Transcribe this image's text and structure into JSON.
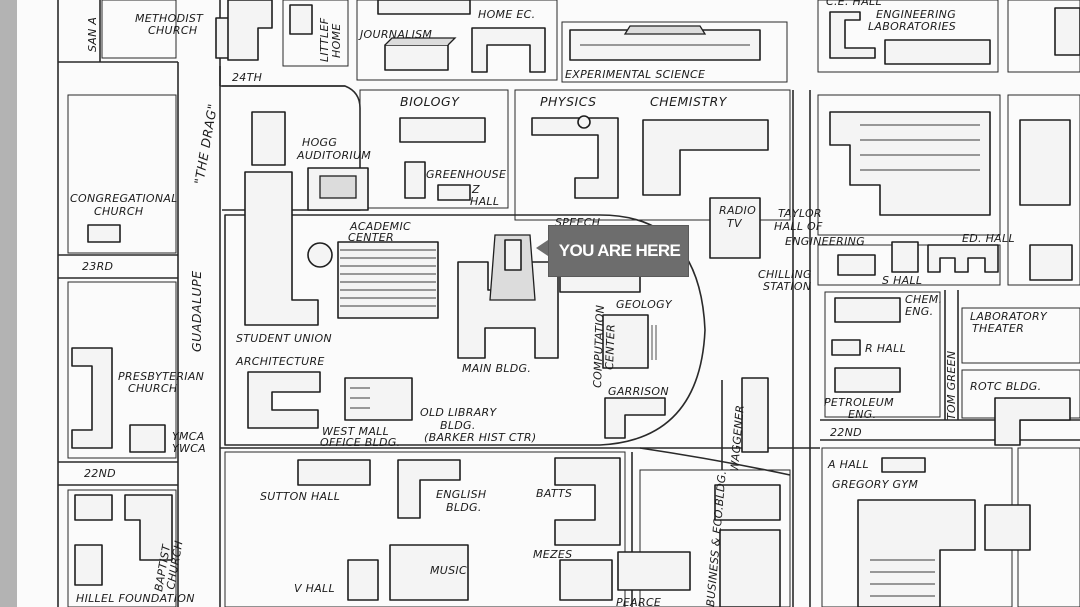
{
  "marker": {
    "text": "YOU ARE HERE",
    "color": "#6d6d6d"
  },
  "colors": {
    "paper": "#fbfbfb",
    "ink": "#1f1f1f",
    "edge": "#b3b3b3"
  },
  "labels": {
    "san_antonio": "SAN A",
    "methodist": "METHODIST",
    "church": "CHURCH",
    "littlefield_1": "LITTLEF",
    "littlefield_2": "HOME",
    "journalism": "JOURNALISM",
    "home_ec": "HOME EC.",
    "ce_hall": "C.E. HALL",
    "eng_labs_1": "ENGINEERING",
    "eng_labs_2": "LABORATORIES",
    "st_24th": "24TH",
    "exp_science": "EXPERIMENTAL SCIENCE",
    "the_drag": "\"THE DRAG\"",
    "biology": "BIOLOGY",
    "physics": "PHYSICS",
    "chemistry": "CHEMISTRY",
    "hogg_1": "HOGG",
    "hogg_2": "AUDITORIUM",
    "greenhouse": "GREENHOUSE",
    "z_hall_1": "Z",
    "z_hall_2": "HALL",
    "congregational_1": "CONGREGATIONAL",
    "congregational_2": "CHURCH",
    "academic_1": "ACADEMIC",
    "academic_2": "CENTER",
    "speech": "SPEECH",
    "radio_1": "RADIO",
    "radio_2": "TV",
    "taylor_1": "TAYLOR",
    "taylor_2": "HALL OF",
    "taylor_3": "ENGINEERING",
    "ed_hall": "ED. HALL",
    "st_23rd": "23RD",
    "guadalupe": "GUADALUPE",
    "chilling_1": "CHILLING",
    "chilling_2": "STATION",
    "s_hall": "S HALL",
    "geology": "GEOLOGY",
    "chem_eng_1": "CHEM.",
    "chem_eng_2": "ENG.",
    "lab_theater_1": "LABORATORY",
    "lab_theater_2": "THEATER",
    "student_union": "STUDENT UNION",
    "computation_1": "COMPUTATION",
    "computation_2": "CENTER",
    "r_hall": "R HALL",
    "architecture": "ARCHITECTURE",
    "main_bldg": "MAIN BLDG.",
    "presbyterian_1": "PRESBYTERIAN",
    "presbyterian_2": "CHURCH",
    "tom_green": "TOM GREEN",
    "rotc": "ROTC BLDG.",
    "garrison": "GARRISON",
    "petroleum_1": "PETROLEUM",
    "petroleum_2": "ENG.",
    "old_library_1": "OLD LIBRARY",
    "old_library_2": "BLDG.",
    "old_library_3": "(BARKER HIST CTR)",
    "west_mall_1": "WEST MALL",
    "west_mall_2": "OFFICE BLDG.",
    "ymca_1": "YMCA",
    "ymca_2": "YWCA",
    "waggener": "WAGGENER",
    "st_22nd_left": "22ND",
    "st_22nd_right": "22ND",
    "a_hall": "A HALL",
    "gregory_gym": "GREGORY GYM",
    "sutton_hall": "SUTTON HALL",
    "english_1": "ENGLISH",
    "english_2": "BLDG.",
    "batts": "BATTS",
    "business_eco": "BUSINESS & ECO.BLDG.",
    "baptist_1": "BAPTIST",
    "baptist_2": "CHURCH",
    "mezes": "MEZES",
    "v_hall": "V HALL",
    "music": "MUSIC",
    "hillel": "HILLEL FOUNDATION",
    "pearce": "PEARCE"
  }
}
